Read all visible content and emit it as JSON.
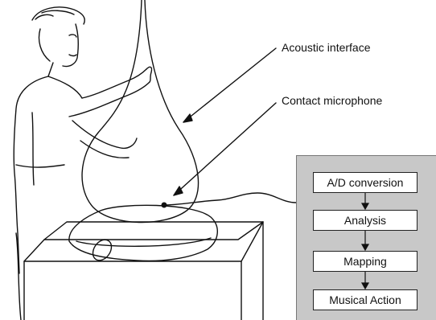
{
  "callouts": {
    "acoustic_interface": "Acoustic interface",
    "contact_microphone": "Contact microphone"
  },
  "pipeline": {
    "steps": [
      "A/D conversion",
      "Analysis",
      "Mapping",
      "Musical Action"
    ]
  },
  "colors": {
    "ink": "#111111",
    "panel_fill": "#c8c8c8",
    "box_fill": "#ffffff"
  }
}
